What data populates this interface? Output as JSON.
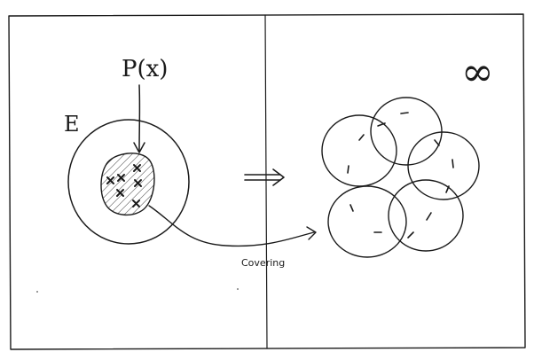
{
  "left_panel": {
    "set_label": "E",
    "property_label": "P(x)",
    "arrow_text": "Covering"
  },
  "right_panel": {
    "infinity_label": "∞"
  },
  "middle": {
    "implies_symbol": "⟹"
  }
}
